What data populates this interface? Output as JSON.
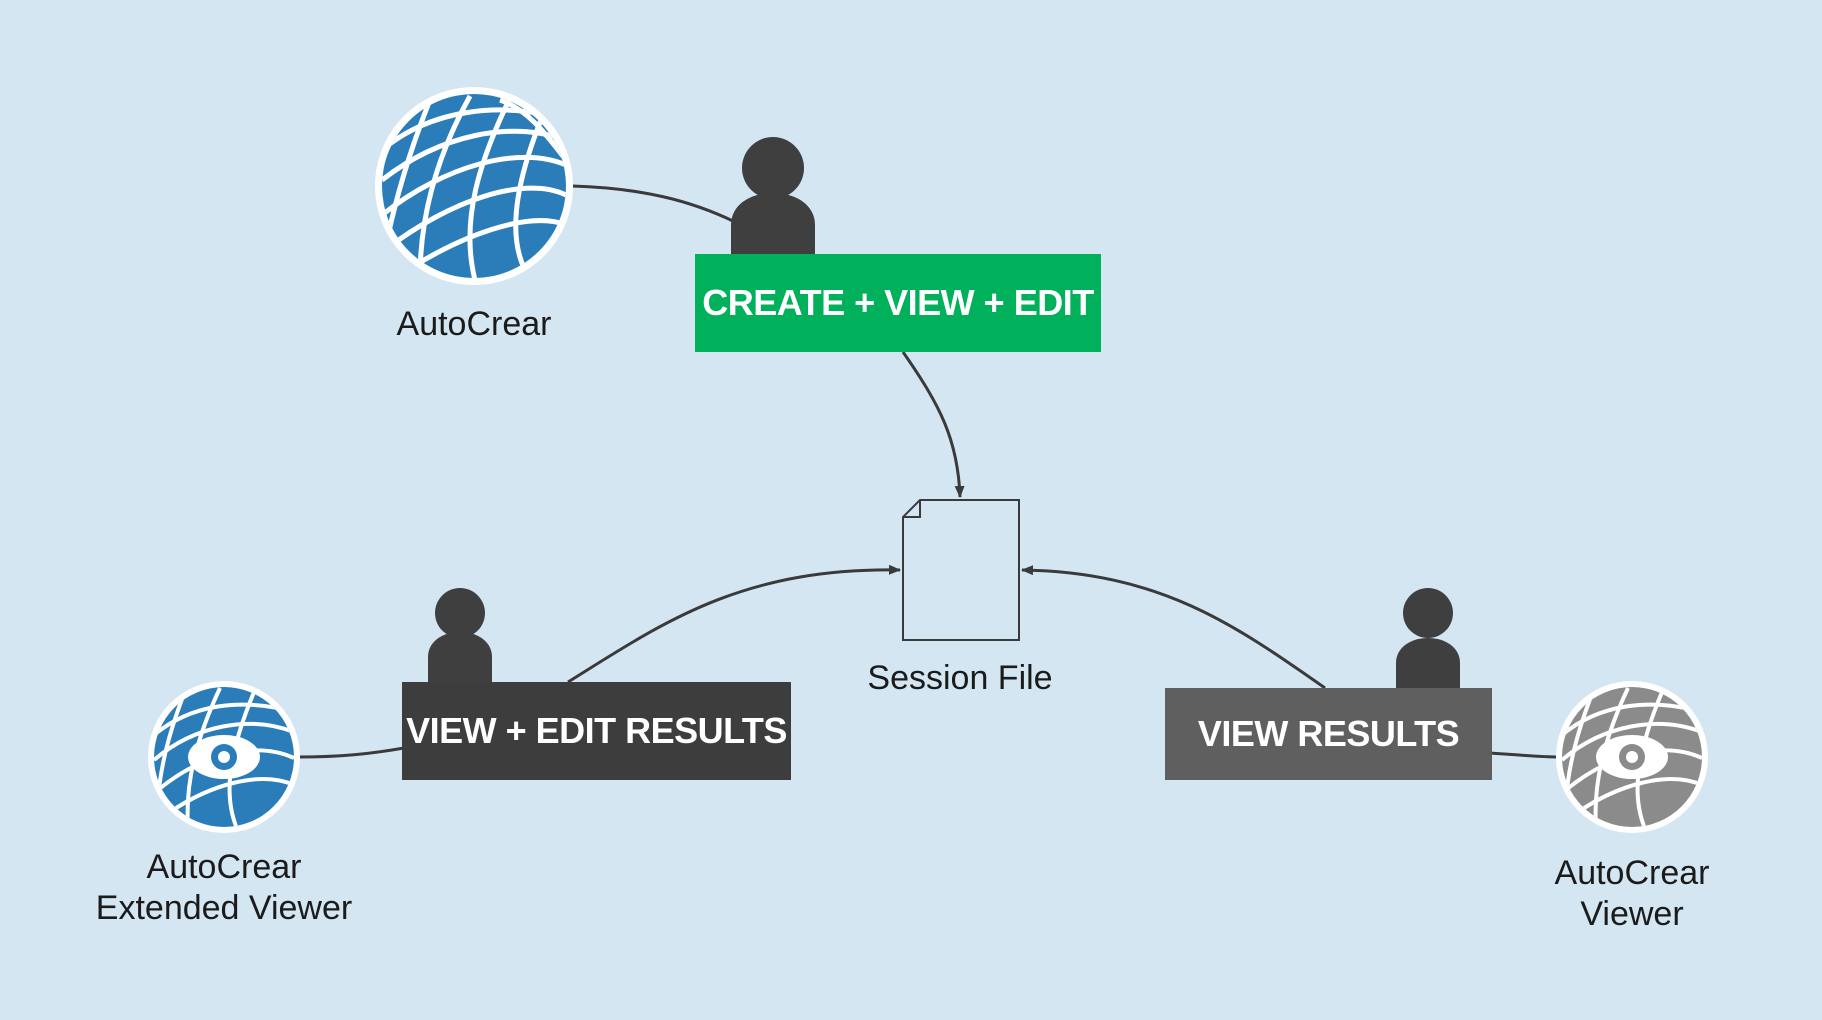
{
  "apps": {
    "autocrear": {
      "name": "AutoCrear"
    },
    "extended_viewer": {
      "line1": "AutoCrear",
      "line2": "Extended Viewer"
    },
    "viewer": {
      "line1": "AutoCrear",
      "line2": "Viewer"
    }
  },
  "roles": {
    "create": {
      "label": "CREATE + VIEW + EDIT",
      "color": "#00b05a"
    },
    "view_edit": {
      "label": "VIEW + EDIT RESULTS",
      "color": "#3d3d3d"
    },
    "view": {
      "label": "VIEW RESULTS",
      "color": "#5f5f5f"
    }
  },
  "session_file": {
    "label": "Session File"
  },
  "colors": {
    "background": "#d4e6f2",
    "logo_blue": "#2a7db8",
    "logo_gray": "#8b8b8b",
    "user_icon": "#3f3f3f",
    "connector": "#3a3a3a"
  }
}
